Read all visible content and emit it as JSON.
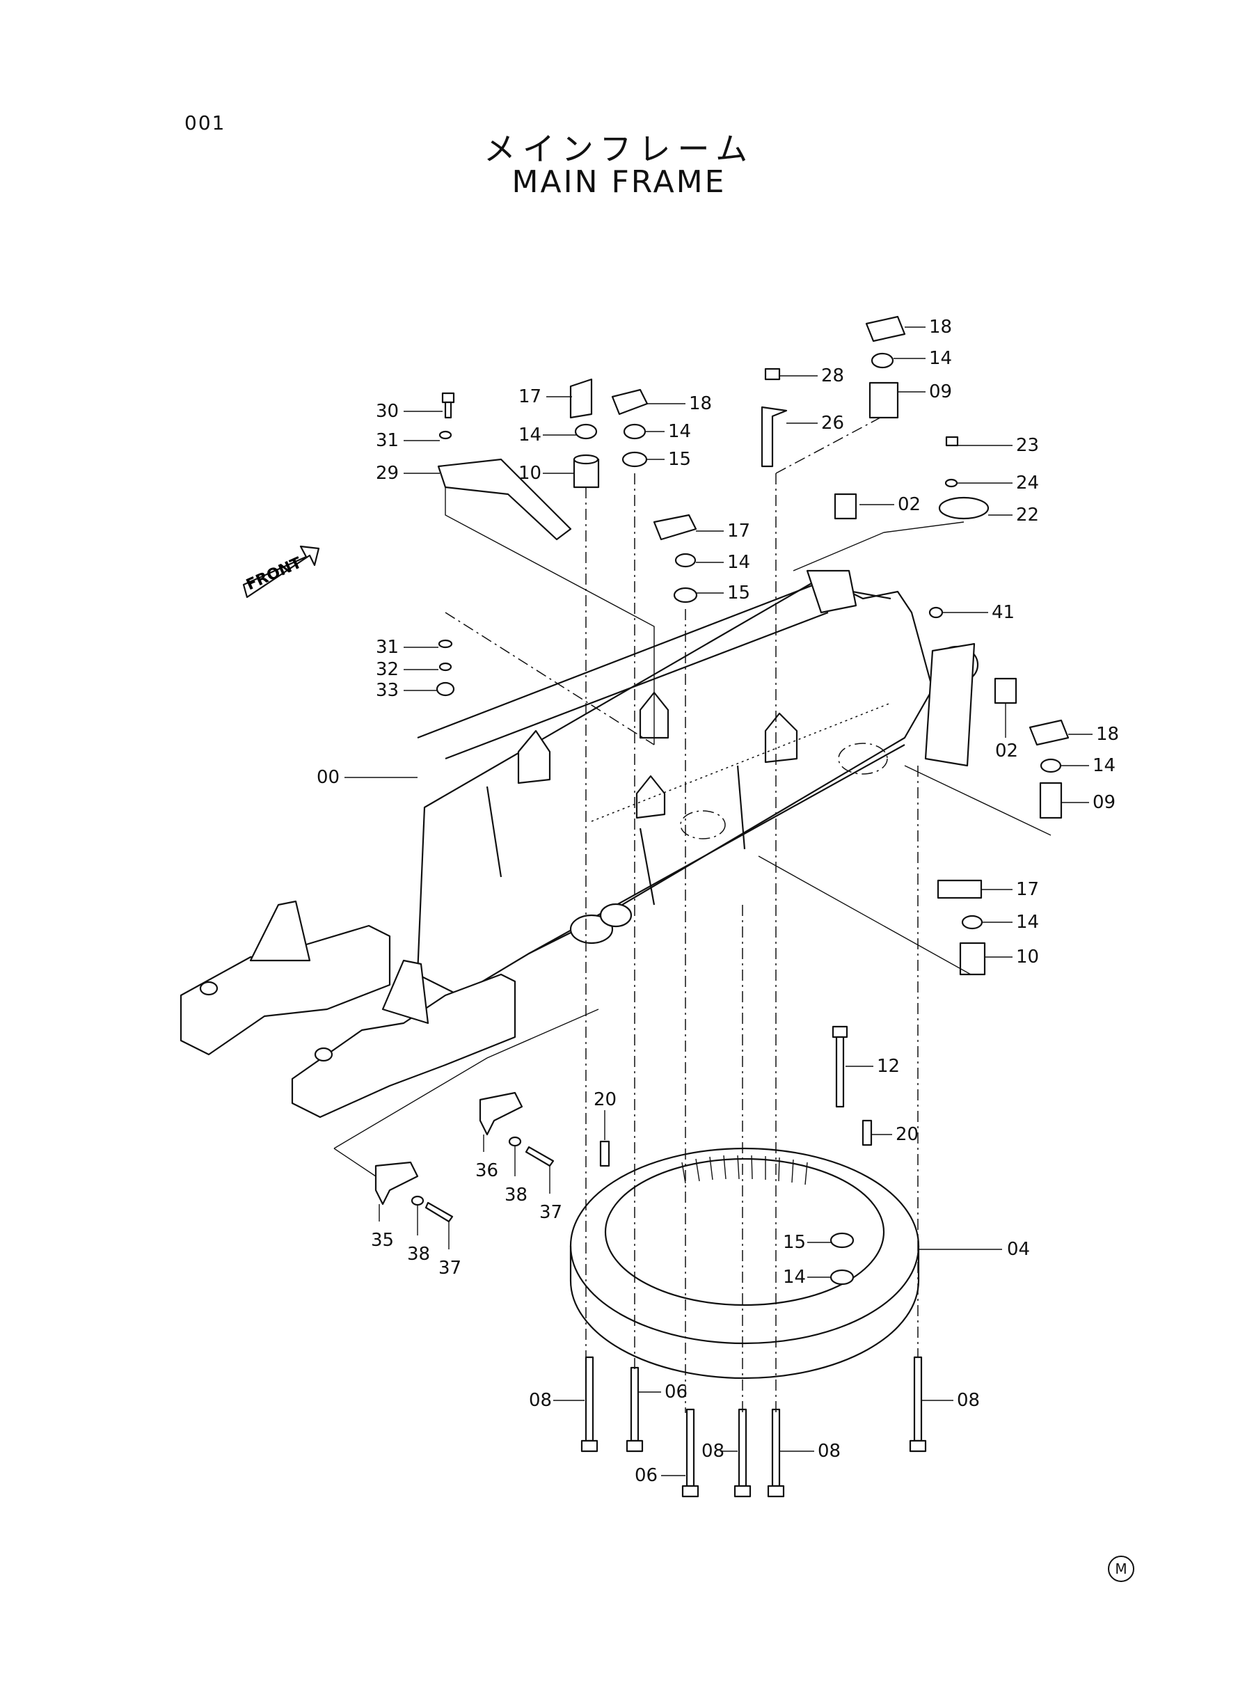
{
  "page_number": "001",
  "title_jp": "メインフレーム",
  "title_en": "MAIN  FRAME",
  "front_label": "FRONT",
  "footer_mark": "M",
  "callouts": [
    "00",
    "02",
    "02",
    "04",
    "06",
    "06",
    "08",
    "08",
    "08",
    "08",
    "09",
    "09",
    "10",
    "10",
    "12",
    "14",
    "14",
    "14",
    "14",
    "14",
    "14",
    "14",
    "15",
    "15",
    "15",
    "17",
    "17",
    "17",
    "18",
    "18",
    "18",
    "20",
    "20",
    "22",
    "23",
    "24",
    "26",
    "28",
    "29",
    "30",
    "31",
    "31",
    "32",
    "33",
    "35",
    "36",
    "37",
    "37",
    "38",
    "38",
    "41"
  ]
}
